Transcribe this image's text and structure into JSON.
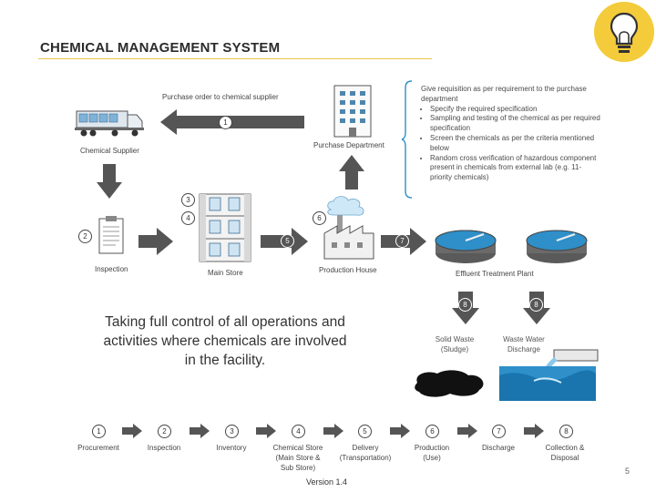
{
  "header": {
    "title": "CHEMICAL MANAGEMENT SYSTEM"
  },
  "diagram": {
    "purchase_order_label": "Purchase order to chemical supplier",
    "chemical_supplier": "Chemical Supplier",
    "purchase_department": "Purchase Department",
    "inspection": "Inspection",
    "main_store": "Main Store",
    "production_house": "Production House",
    "effluent_treatment_plant": "Effluent Treatment Plant",
    "solid_waste": "Solid Waste\n(Sludge)",
    "waste_water_discharge": "Waste Water\nDischarge",
    "markers": {
      "n1": "1",
      "n2": "2",
      "n3": "3",
      "n4": "4",
      "n5": "5",
      "n6": "6",
      "n7": "7",
      "n8a": "8",
      "n8b": "8"
    },
    "requisition": {
      "intro": "Give requisition as per requirement to the purchase department",
      "bullets": [
        "Specify the required specification",
        "Sampling and testing of the chemical as per required specification",
        "Screen the chemicals as per the criteria mentioned below",
        "Random cross verification of hazardous component present in chemicals from external lab (e.g. 11-priority chemicals)"
      ]
    }
  },
  "tagline": "Taking full control of all operations and activities where chemicals are involved in the facility.",
  "steps": [
    {
      "num": "1",
      "label": "Procurement"
    },
    {
      "num": "2",
      "label": "Inspection"
    },
    {
      "num": "3",
      "label": "Inventory"
    },
    {
      "num": "4",
      "label": "Chemical Store\n(Main Store &\nSub Store)"
    },
    {
      "num": "5",
      "label": "Delivery\n(Transportation)"
    },
    {
      "num": "6",
      "label": "Production\n(Use)"
    },
    {
      "num": "7",
      "label": "Discharge"
    },
    {
      "num": "8",
      "label": "Collection &\nDisposal"
    }
  ],
  "footer": {
    "page_number": "5",
    "version": "Version 1.4"
  },
  "colors": {
    "accent_yellow": "#f4cb3a",
    "arrow_gray": "#555555",
    "water_blue": "#2e8fc9"
  }
}
